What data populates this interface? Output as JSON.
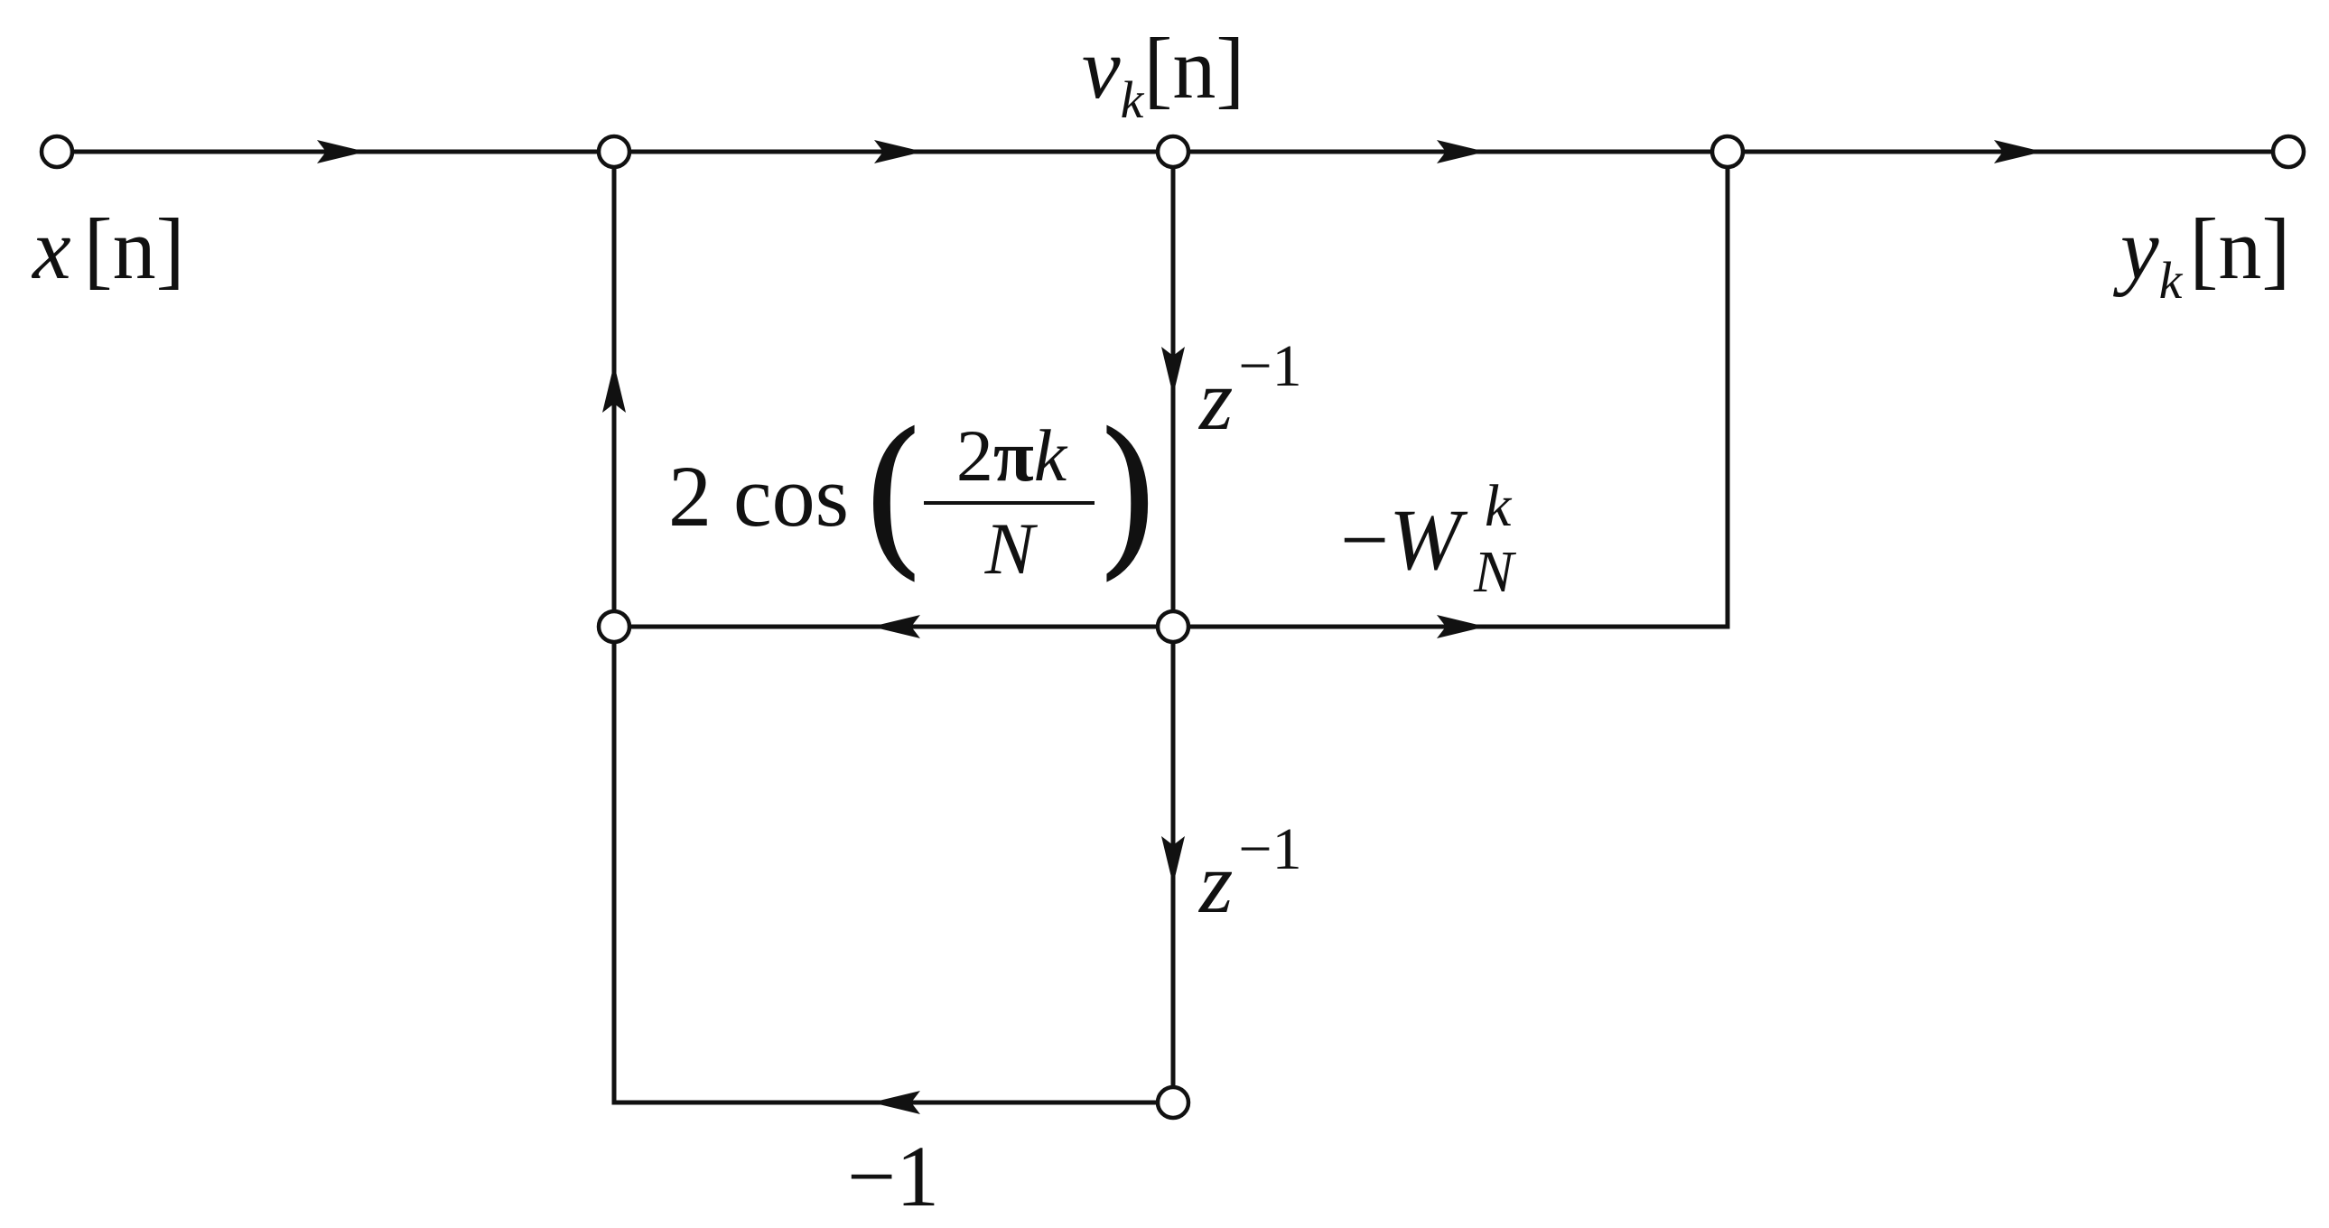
{
  "colors": {
    "line": "#111111",
    "background": "#ffffff"
  },
  "labels": {
    "input_var": "x",
    "input_arg": "[n]",
    "state_var": "v",
    "state_sub": "k",
    "state_arg": "[n]",
    "output_var": "y",
    "output_sub": "k",
    "output_arg": "[n]",
    "delay_upper_base": "z",
    "delay_upper_exp": "−1",
    "delay_lower_base": "z",
    "delay_lower_exp": "−1",
    "coef_prefix": "2 cos",
    "coef_num_2": "2",
    "coef_num_pi": "π",
    "coef_num_k": "k",
    "coef_den": "N",
    "coef_lparen": "(",
    "coef_rparen": ")",
    "w_sign": "−",
    "w_base": "W",
    "w_sup": "k",
    "w_sub": "N",
    "minus_one": "−1"
  }
}
